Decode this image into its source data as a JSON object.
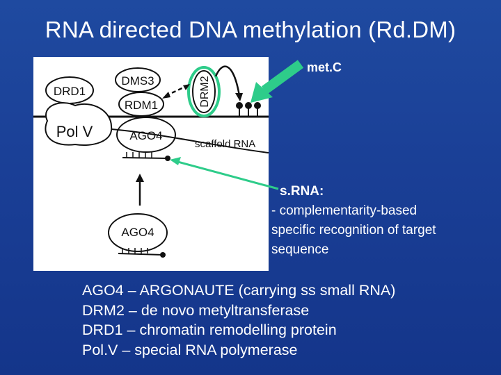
{
  "slide": {
    "title": "RNA directed DNA methylation (Rd.DM)"
  },
  "diagram": {
    "labels": {
      "dms3": "DMS3",
      "drd1": "DRD1",
      "rdm1": "RDM1",
      "drm2": "DRM2",
      "polv": "Pol V",
      "ago4_top": "AGO4",
      "scaffold": "scaffold RNA",
      "ago4_bottom": "AGO4"
    }
  },
  "annotations": {
    "metc": "met.C",
    "srna_heading": "s.RNA:",
    "srna_lines": [
      "- complementarity-based",
      "specific recognition of target",
      "sequence"
    ]
  },
  "legend": [
    "AGO4 – ARGONAUTE (carrying ss small RNA)",
    "DRM2 – de novo metyltransferase",
    "DRD1 – chromatin remodelling protein",
    "Pol.V – special RNA polymerase"
  ],
  "colors": {
    "background": "#1a3f96",
    "arrow_green": "#2ecc8a",
    "highlight_green": "#2ecc8a"
  }
}
